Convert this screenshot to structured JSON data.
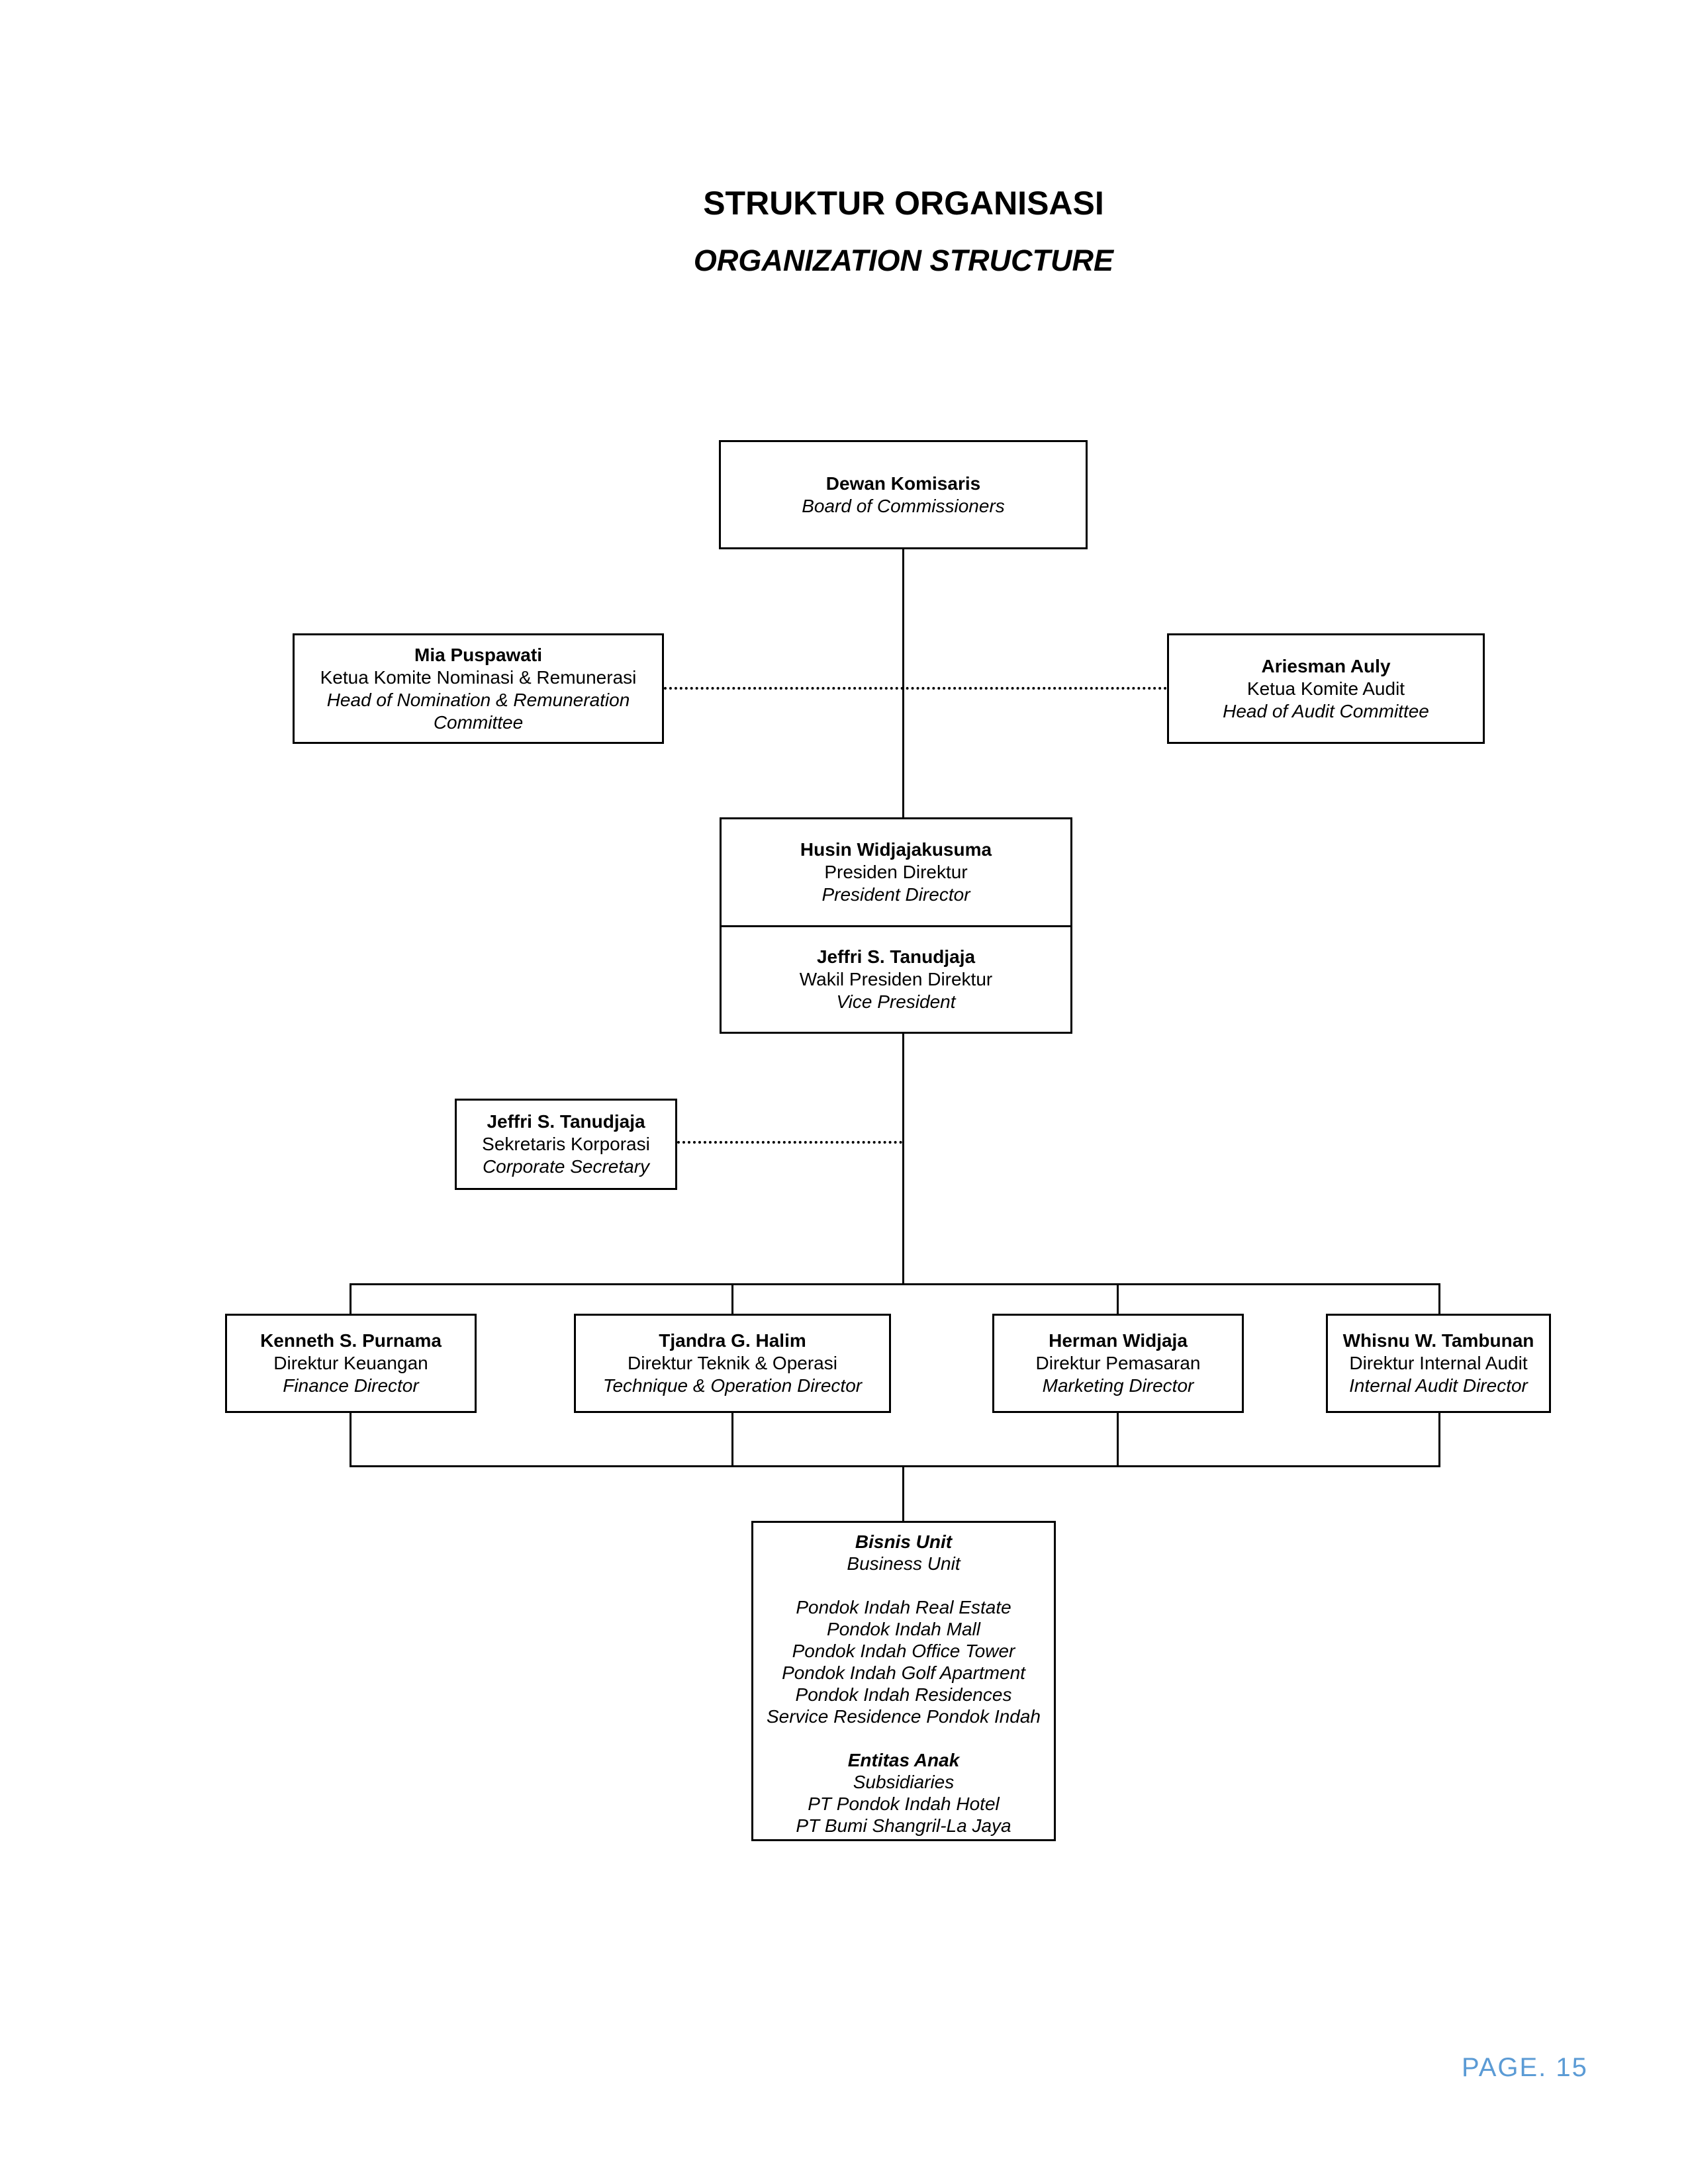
{
  "page": {
    "title_id": "STRUKTUR ORGANISASI",
    "title_en": "ORGANIZATION STRUCTURE",
    "page_label": "PAGE. 15",
    "page_label_color": "#5b9bd5",
    "line_color": "#000000",
    "background_color": "#ffffff"
  },
  "chart": {
    "board": {
      "name": "Dewan Komisaris",
      "role_en": "Board of Commissioners"
    },
    "nomination": {
      "name": "Mia Puspawati",
      "role_id": "Ketua Komite Nominasi & Remunerasi",
      "role_en": "Head of Nomination & Remuneration Committee"
    },
    "audit": {
      "name": "Ariesman Auly",
      "role_id": "Ketua Komite Audit",
      "role_en": "Head of Audit Committee"
    },
    "president": {
      "name": "Husin Widjajakusuma",
      "role_id": "Presiden Direktur",
      "role_en": "President Director"
    },
    "vice_president": {
      "name": "Jeffri S. Tanudjaja",
      "role_id": "Wakil Presiden Direktur",
      "role_en": "Vice President"
    },
    "secretary": {
      "name": "Jeffri S. Tanudjaja",
      "role_id": "Sekretaris Korporasi",
      "role_en": "Corporate Secretary"
    },
    "finance": {
      "name": "Kenneth S. Purnama",
      "role_id": "Direktur Keuangan",
      "role_en": "Finance Director"
    },
    "technique": {
      "name": "Tjandra G. Halim",
      "role_id": "Direktur Teknik & Operasi",
      "role_en": "Technique & Operation Director"
    },
    "marketing": {
      "name": "Herman Widjaja",
      "role_id": "Direktur Pemasaran",
      "role_en": "Marketing Director"
    },
    "internal_audit": {
      "name": "Whisnu W. Tambunan",
      "role_id": "Direktur Internal Audit",
      "role_en": "Internal Audit Director"
    },
    "business_unit": {
      "heading_id": "Bisnis Unit",
      "heading_en": "Business Unit",
      "units": [
        "Pondok Indah Real Estate",
        "Pondok Indah Mall",
        "Pondok Indah Office Tower",
        "Pondok Indah Golf Apartment",
        "Pondok Indah Residences",
        "Service Residence Pondok Indah"
      ],
      "subsidiaries_heading_id": "Entitas Anak",
      "subsidiaries_heading_en": "Subsidiaries",
      "subsidiaries": [
        "PT Pondok Indah Hotel",
        "PT Bumi Shangril-La Jaya"
      ]
    }
  }
}
